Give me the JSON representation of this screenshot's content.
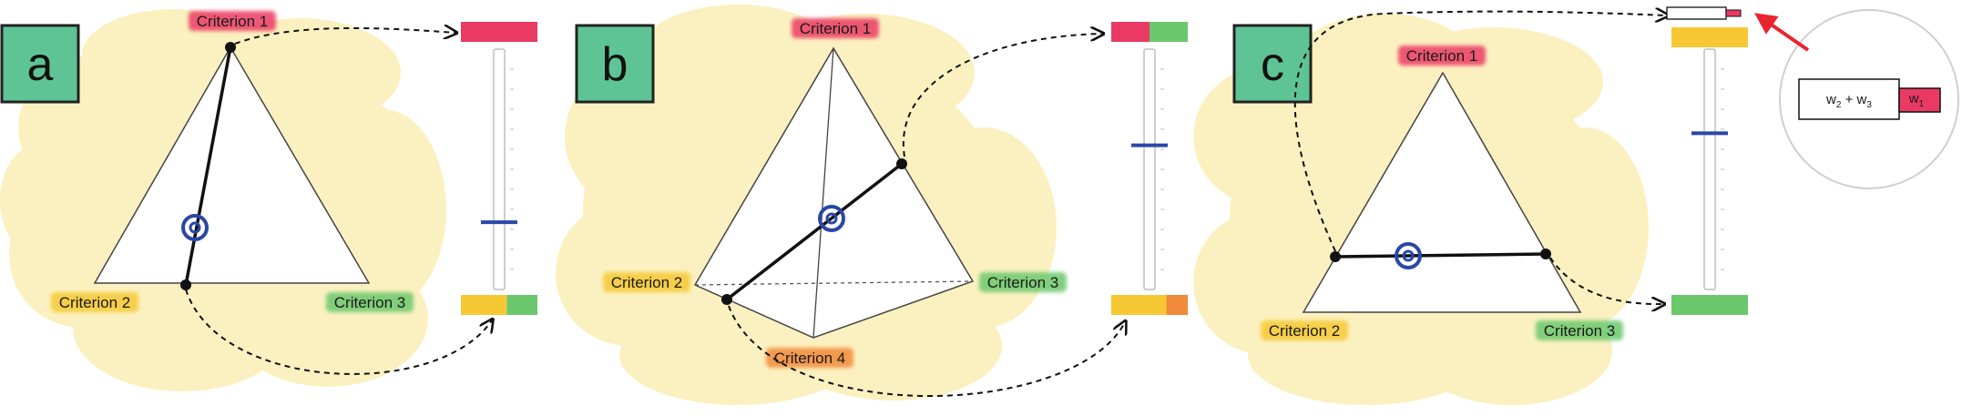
{
  "colors": {
    "cloud": "#fbf1c0",
    "badge": "#5ec496",
    "red": "#ea3a64",
    "green": "#6cc86d",
    "yellow": "#f6c934",
    "orange": "#f28a3b",
    "marker": "#2947a8",
    "arrow_red": "#e8242f"
  },
  "panels": [
    {
      "letter": "a",
      "labels": {
        "c1": "Criterion 1",
        "c2": "Criterion 2",
        "c3": "Criterion 3"
      }
    },
    {
      "letter": "b",
      "labels": {
        "c1": "Criterion 1",
        "c2": "Criterion 2",
        "c3": "Criterion 3",
        "c4": "Criterion 4"
      }
    },
    {
      "letter": "c",
      "labels": {
        "c1": "Criterion 1",
        "c2": "Criterion 2",
        "c3": "Criterion 3"
      }
    }
  ],
  "inset": {
    "main": "w",
    "main_sub2": "2",
    "plus": " + w",
    "main_sub3": "3",
    "small": "w",
    "small_sub": "1"
  },
  "sliders": [
    {
      "panel": "a",
      "value": 0.72,
      "top": [
        "red"
      ],
      "bottom": [
        "yellow",
        "green"
      ],
      "bottom_split": 0.6
    },
    {
      "panel": "b",
      "value": 0.4,
      "top": [
        "red",
        "green"
      ],
      "top_split": 0.5,
      "bottom": [
        "yellow",
        "orange"
      ],
      "bottom_split": 0.72
    },
    {
      "panel": "c",
      "value": 0.35,
      "top": [
        "yellow"
      ],
      "bottom": [
        "green"
      ]
    }
  ]
}
